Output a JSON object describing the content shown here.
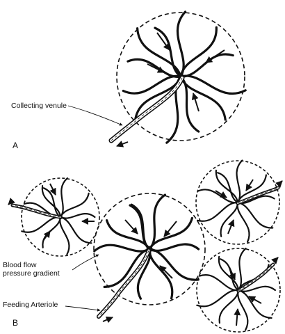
{
  "panel_a": {
    "letter": "A",
    "label_venule": "Collecting venule"
  },
  "panel_b": {
    "letter": "B",
    "label_gradient_line1": "Blood flow",
    "label_gradient_line2": "pressure gradient",
    "label_arteriole": "Feeding Arteriole"
  },
  "colors": {
    "ink": "#111111",
    "background": "#ffffff"
  }
}
